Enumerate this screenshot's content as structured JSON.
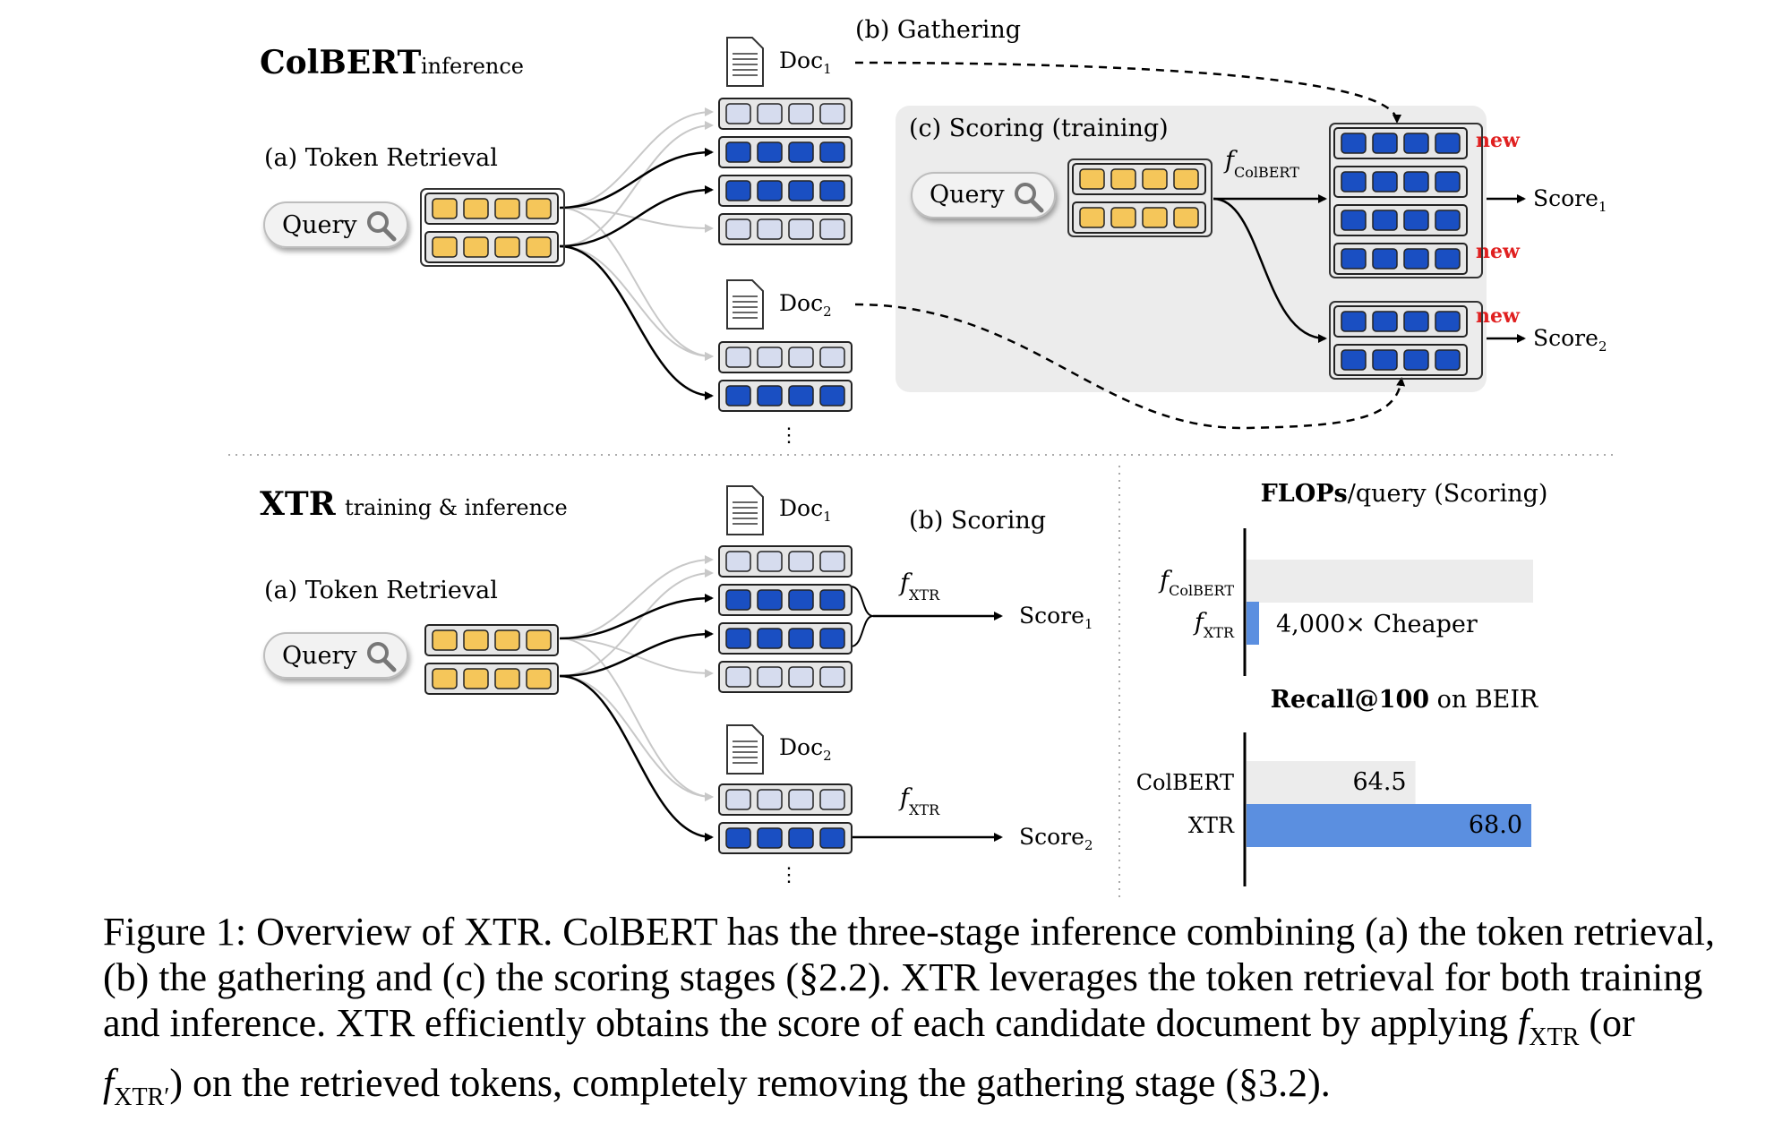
{
  "colbert": {
    "title": "ColBERT",
    "subtitle": "inference",
    "token_retrieval": "(a) Token Retrieval",
    "gathering": "(b) Gathering",
    "scoring_training": "(c) Scoring (training)",
    "query": "Query",
    "doc1": "Doc",
    "doc1_sub": "1",
    "doc2": "Doc",
    "doc2_sub": "2",
    "f_label": "f",
    "f_sub": "ColBERT",
    "new": "new",
    "score1": "Score",
    "score1_sub": "1",
    "score2": "Score",
    "score2_sub": "2"
  },
  "xtr": {
    "title": "XTR",
    "subtitle": "training & inference",
    "token_retrieval": "(a) Token Retrieval",
    "scoring": "(b) Scoring",
    "query": "Query",
    "doc1": "Doc",
    "doc1_sub": "1",
    "doc2": "Doc",
    "doc2_sub": "2",
    "f_label": "f",
    "f_sub": "XTR",
    "score1": "Score",
    "score1_sub": "1",
    "score2": "Score",
    "score2_sub": "2"
  },
  "colors": {
    "query_token": "#f5c65a",
    "doc_token_dark": "#1a4fc2",
    "doc_token_light": "#d6dcee",
    "new_label": "#e02020",
    "scoring_panel": "#ececec",
    "bar_gray": "#ececec",
    "bar_blue": "#5b8fe0"
  },
  "chart_data": [
    {
      "type": "bar",
      "orientation": "horizontal",
      "title": "FLOPs/query (Scoring)",
      "categories": [
        "f_ColBERT",
        "f_XTR"
      ],
      "category_labels": [
        {
          "base": "f",
          "sub": "ColBERT"
        },
        {
          "base": "f",
          "sub": "XTR"
        }
      ],
      "values": [
        4000,
        1
      ],
      "annotation": "4,000× Cheaper"
    },
    {
      "type": "bar",
      "orientation": "horizontal",
      "title_bold": "Recall@100",
      "title_rest": "on BEIR",
      "categories": [
        "ColBERT",
        "XTR"
      ],
      "values": [
        64.5,
        68.0
      ],
      "value_labels": [
        "64.5",
        "68.0"
      ]
    }
  ],
  "caption": {
    "line1": "Figure 1: Overview of XTR. ColBERT has the three-stage inference combining (a) the token retrieval,",
    "line2": "(b) the gathering and (c) the scoring stages (§2.2). XTR leverages the token retrieval for both training",
    "line3a": "and inference. XTR efficiently obtains the score of each candidate document by applying ",
    "line3_f": "f",
    "line3_sub": "XTR",
    "line3b": " (or",
    "line4_f": "f",
    "line4_sub": "XTR′",
    "line4b": ") on the retrieved tokens, completely removing the gathering stage (§3.2)."
  }
}
